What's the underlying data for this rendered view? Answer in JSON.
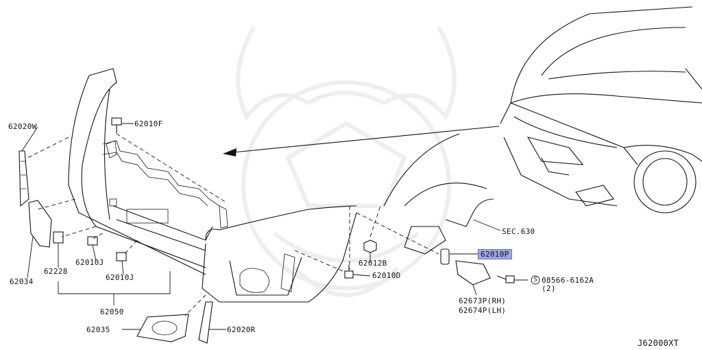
{
  "diagram": {
    "reference_code": "J62000XT",
    "callouts": {
      "p62020w": "62020W",
      "p62010f": "62010F",
      "p62034": "62034",
      "p62228": "62228",
      "p62010j_a": "62010J",
      "p62010j_b": "62010J",
      "p62050": "62050",
      "p62035": "62035",
      "p62020r": "62020R",
      "p62012b": "62012B",
      "p62010d": "62010D",
      "p62010p": "62010P",
      "sec630": "SEC.630",
      "p08566": "08566-6162A",
      "p08566_qty": "(2)",
      "p62673p": "62673P(RH)",
      "p62674p": "62674P(LH)",
      "screw_symbol": "S"
    },
    "highlight_color": "#9aa6e8"
  }
}
